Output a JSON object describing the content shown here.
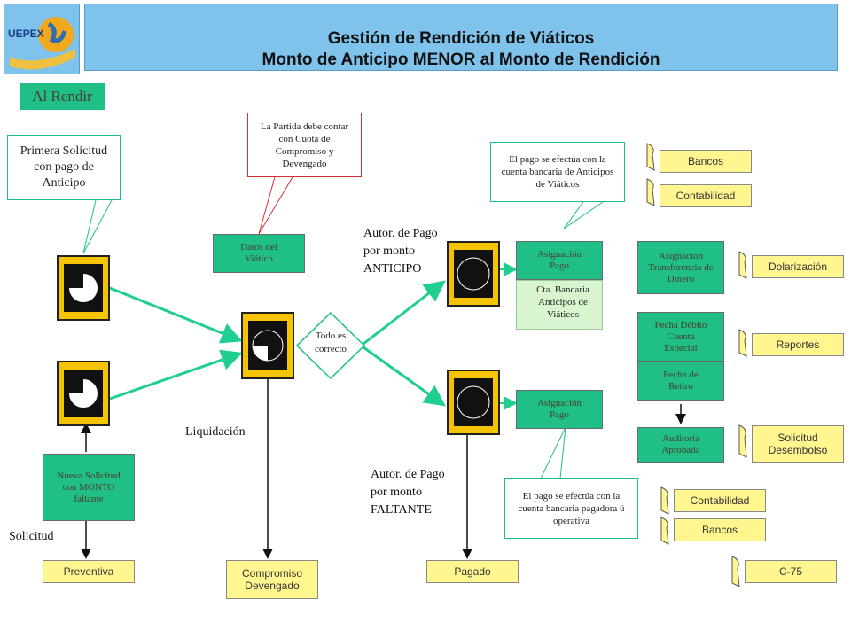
{
  "header": {
    "logo_text": "UEPEX",
    "title_line1": "Gestión de Rendición de Viáticos",
    "title_line2": "Monto de Anticipo MENOR al Monto de Rendición"
  },
  "section_label": "Al Rendir",
  "callouts": {
    "primera_solicitud": "Primera Solicitud con pago de Anticipo",
    "partida": "La Partida debe contar con Cuota de Compromiso y Devengado",
    "pago_anticipos": "El pago se efectúa con la cuenta bancaria de Anticipos de Viáticos",
    "pago_pagadora": "El pago se efectúa con la cuenta bancaria pagadora ú operativa"
  },
  "boxes": {
    "datos_viatico": "Datos del Viático",
    "nueva_solicitud": "Nueva Solicitud con MONTO faltante",
    "asignacion_pago_1": "Asignación Pago",
    "cta_bancaria": "Cta. Bancaria Anticipos de Viáticos",
    "asignacion_pago_2": "Asignación Pago",
    "asignacion_transferencia": "Asignación Transferencia de Dinero",
    "fecha_debito": "Fecha Débito Cuenta Especial",
    "fecha_retiro": "Fecha de Retiro",
    "auditoria": "Auditoría Aprobada"
  },
  "decision": "Todo es correcto",
  "labels": {
    "autor_anticipo": "Autor. de Pago por monto ANTICIPO",
    "autor_faltante": "Autor. de Pago por monto FALTANTE",
    "liquidacion": "Liquidación",
    "solicitud": "Solicitud"
  },
  "states": {
    "preventiva": "Preventiva",
    "compromiso": "Compromiso Devengado",
    "pagado": "Pagado"
  },
  "flags": {
    "bancos_1": "Bancos",
    "contabilidad_1": "Contabilidad",
    "dolarizacion": "Dolarización",
    "reportes": "Reportes",
    "solicitud_desembolso": "Solicitud Desembolso",
    "contabilidad_2": "Contabilidad",
    "bancos_2": "Bancos",
    "c75": "C-75"
  },
  "colors": {
    "header_bg": "#7fc3ec",
    "green_box": "#1fbf86",
    "yellow_box": "#fff68f",
    "clock_bg": "#f5c400",
    "arrow": "#1fcf8f"
  }
}
